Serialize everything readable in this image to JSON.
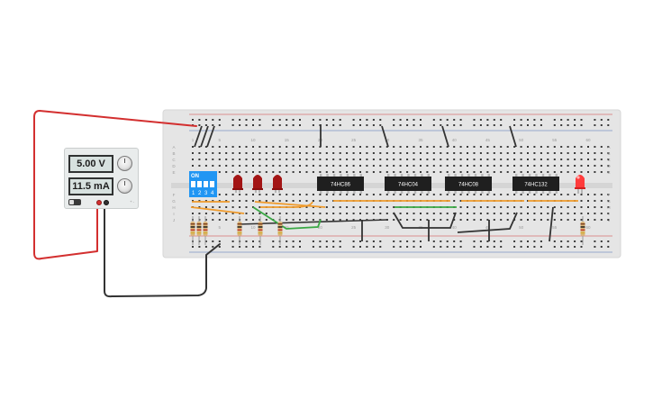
{
  "power_supply": {
    "voltage": "5.00 V",
    "current": "11.5 mA",
    "label": "+ -"
  },
  "breadboard": {
    "column_numbers": [
      "1",
      "5",
      "10",
      "15",
      "20",
      "25",
      "30",
      "35",
      "40",
      "45",
      "50",
      "55",
      "60"
    ],
    "row_letters_top": [
      "A",
      "B",
      "C",
      "D",
      "E"
    ],
    "row_letters_bottom": [
      "F",
      "G",
      "H",
      "I",
      "J"
    ]
  },
  "dip_switch": {
    "on_label": "ON",
    "positions": [
      "1",
      "2",
      "3",
      "4"
    ]
  },
  "chips": [
    {
      "label": "74HC86"
    },
    {
      "label": "74HC04"
    },
    {
      "label": "74HC08"
    },
    {
      "label": "74HC132"
    }
  ],
  "colors": {
    "board": "#e5e5e5",
    "hole": "#3a3a3a",
    "rail_red": "#d33b3b",
    "rail_blue": "#4a6fb5",
    "wire_red": "#d32f2f",
    "wire_black": "#333333",
    "wire_orange": "#ef9a2b",
    "wire_green": "#39a844",
    "chip": "#1f1f1f",
    "dip": "#2196f3",
    "led_red": "#a31515",
    "led_bright": "#ff3b3b"
  }
}
